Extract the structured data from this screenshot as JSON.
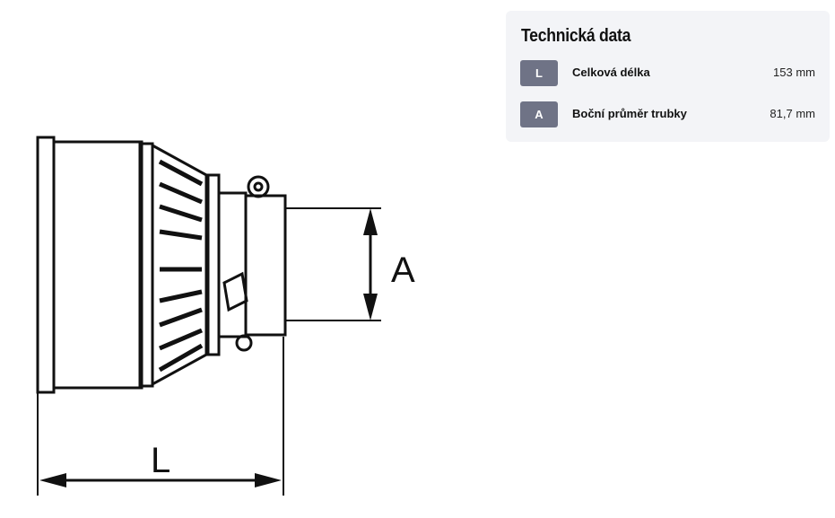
{
  "drawing": {
    "label_a": "A",
    "label_l": "L"
  },
  "panel": {
    "title": "Technická data",
    "rows": [
      {
        "badge": "L",
        "label": "Celková délka",
        "value": "153 mm"
      },
      {
        "badge": "A",
        "label": "Boční průměr trubky",
        "value": "81,7 mm"
      }
    ]
  }
}
